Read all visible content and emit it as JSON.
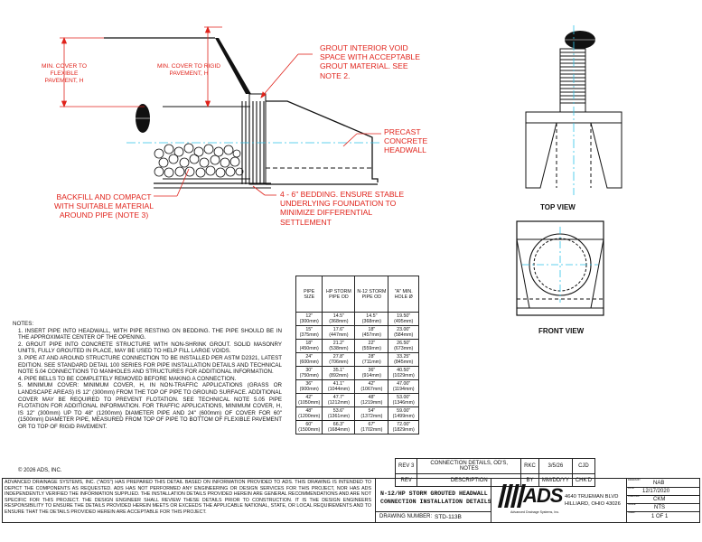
{
  "drawing": {
    "labels": {
      "cover_flexible": "MIN. COVER TO FLEXIBLE PAVEMENT, H",
      "cover_rigid": "MIN. COVER TO RIGID PAVEMENT, H",
      "grout_void": "GROUT INTERIOR VOID SPACE WITH ACCEPTABLE GROUT MATERIAL. SEE NOTE 2.",
      "precast_headwall": "PRECAST CONCRETE HEADWALL",
      "backfill": "BACKFILL AND COMPACT WITH SUITABLE MATERIAL AROUND PIPE (NOTE 3)",
      "bedding": "4 - 6\" BEDDING. ENSURE STABLE UNDERLYING FOUNDATION TO MINIMIZE DIFFERENTIAL SETTLEMENT",
      "top_view": "TOP VIEW",
      "front_view": "FRONT VIEW"
    },
    "colors": {
      "annotation": "#e0231b",
      "centerline": "#2ec4e8",
      "line": "#111111"
    }
  },
  "notes": {
    "title": "NOTES:",
    "items": [
      "1. INSERT PIPE INTO HEADWALL, WITH PIPE RESTING ON BEDDING. THE PIPE SHOULD BE IN THE APPROXIMATE CENTER OF THE OPENING.",
      "2. GROUT PIPE INTO CONCRETE STRUCTURE WITH NON-SHRINK GROUT. SOLID MASONRY UNITS, FULLY GROUTED IN PLACE, MAY BE USED TO HELP FILL LARGE VOIDS.",
      "3. PIPE AT AND AROUND STRUCTURE CONNECTION TO BE INSTALLED PER ASTM D2321, LATEST EDITION. SEE STANDARD DETAIL 100 SERIES FOR PIPE INSTALLATION DETAILS AND TECHNICAL NOTE 5.04 CONNECTIONS TO MANHOLES AND STRUCTURES FOR ADDITIONAL INFORMATION.",
      "4. PIPE BELLS TO BE COMPLETELY REMOVED BEFORE MAKING A CONNECTION.",
      "5. MINIMUM COVER: MINIMUM COVER, H, IN NON-TRAFFIC APPLICATIONS (GRASS OR LANDSCAPE AREAS) IS 12\" (300mm) FROM THE TOP OF PIPE TO GROUND SURFACE. ADDITIONAL COVER MAY BE REQUIRED TO PREVENT FLOTATION. SEE TECHNICAL NOTE 5.05 PIPE FLOTATION FOR ADDITIONAL INFORMATION. FOR TRAFFIC APPLICATIONS, MINIMUM COVER, H, IS 12\" (300mm) UP TO 48\" (1200mm) DIAMETER PIPE AND 24\" (600mm) OF COVER FOR 60\" (1500mm) DIAMETER PIPE, MEASURED FROM TOP OF PIPE TO BOTTOM OF FLEXIBLE PAVEMENT OR TO TOP OF RIGID PAVEMENT."
    ]
  },
  "pipe_table": {
    "headers": [
      "PIPE SIZE",
      "HP STORM PIPE OD",
      "N-12 STORM PIPE OD",
      "\"A\" MIN. HOLE Ø"
    ],
    "rows": [
      {
        "size": "12\"",
        "size_mm": "(300mm)",
        "hp": "14.5\"",
        "hp_mm": "(368mm)",
        "n12": "14.5\"",
        "n12_mm": "(368mm)",
        "hole": "19.50\"",
        "hole_mm": "(495mm)"
      },
      {
        "size": "15\"",
        "size_mm": "(375mm)",
        "hp": "17.6\"",
        "hp_mm": "(447mm)",
        "n12": "18\"",
        "n12_mm": "(457mm)",
        "hole": "23.00\"",
        "hole_mm": "(584mm)"
      },
      {
        "size": "18\"",
        "size_mm": "(450mm)",
        "hp": "21.2\"",
        "hp_mm": "(538mm)",
        "n12": "22\"",
        "n12_mm": "(559mm)",
        "hole": "26.50\"",
        "hole_mm": "(673mm)"
      },
      {
        "size": "24\"",
        "size_mm": "(600mm)",
        "hp": "27.8\"",
        "hp_mm": "(706mm)",
        "n12": "28\"",
        "n12_mm": "(711mm)",
        "hole": "33.25\"",
        "hole_mm": "(845mm)"
      },
      {
        "size": "30\"",
        "size_mm": "(750mm)",
        "hp": "35.1\"",
        "hp_mm": "(892mm)",
        "n12": "36\"",
        "n12_mm": "(914mm)",
        "hole": "40.50\"",
        "hole_mm": "(1029mm)"
      },
      {
        "size": "36\"",
        "size_mm": "(900mm)",
        "hp": "41.1\"",
        "hp_mm": "(1044mm)",
        "n12": "42\"",
        "n12_mm": "(1067mm)",
        "hole": "47.00\"",
        "hole_mm": "(1194mm)"
      },
      {
        "size": "42\"",
        "size_mm": "(1050mm)",
        "hp": "47.7\"",
        "hp_mm": "(1212mm)",
        "n12": "48\"",
        "n12_mm": "(1219mm)",
        "hole": "53.00\"",
        "hole_mm": "(1346mm)"
      },
      {
        "size": "48\"",
        "size_mm": "(1200mm)",
        "hp": "53.6\"",
        "hp_mm": "(1361mm)",
        "n12": "54\"",
        "n12_mm": "(1372mm)",
        "hole": "59.00\"",
        "hole_mm": "(1499mm)"
      },
      {
        "size": "60\"",
        "size_mm": "(1500mm)",
        "hp": "66.3\"",
        "hp_mm": "(1684mm)",
        "n12": "67\"",
        "n12_mm": "(1702mm)",
        "hole": "72.00\"",
        "hole_mm": "(1829mm)"
      }
    ]
  },
  "revision": {
    "row": {
      "rev": "REV 3",
      "desc": "CONNECTION DETAILS, OD'S, NOTES",
      "by": "RKC",
      "date": "3/5/26",
      "chk": "CJD"
    },
    "header": {
      "rev": "REV",
      "desc": "DESCRIPTION",
      "by": "BY",
      "date": "MM/DD/YY",
      "chk": "CHK'D"
    }
  },
  "copyright": "© 2026 ADS, INC.",
  "disclaimer": "ADVANCED DRAINAGE SYSTEMS, INC. (\"ADS\") HAS PREPARED THIS DETAIL BASED ON INFORMATION PROVIDED TO ADS. THIS DRAWING IS INTENDED TO DEPICT THE COMPONENTS AS REQUESTED. ADS HAS NOT PERFORMED ANY ENGINEERING OR DESIGN SERVICES FOR THIS PROJECT, NOR HAS ADS INDEPENDENTLY VERIFIED THE INFORMATION SUPPLIED. THE INSTALLATION DETAILS PROVIDED HEREIN ARE GENERAL RECOMMENDATIONS AND ARE NOT SPECIFIC FOR THIS PROJECT. THE DESIGN ENGINEER SHALL REVIEW THESE DETAILS PRIOR TO CONSTRUCTION. IT IS THE DESIGN ENGINEERS RESPONSIBILITY TO ENSURE THE DETAILS PROVIDED HEREIN MEETS OR EXCEEDS THE APPLICABLE NATIONAL, STATE, OR LOCAL REQUIREMENTS AND TO ENSURE THAT THE DETAILS PROVIDED HEREIN ARE ACCEPTABLE FOR THIS PROJECT.",
  "title_block": {
    "title_line1": "N-12/HP STORM GROUTED HEADWALL",
    "title_line2": "CONNECTION INSTALLATION DETAILS",
    "drawing_number_label": "DRAWING NUMBER:",
    "drawing_number": "STD-113B",
    "logo_text": "ADS",
    "logo_subtext": "Advanced Drainage Systems, Inc.",
    "address1": "4640 TRUEMAN BLVD",
    "address2": "HILLIARD, OHIO 43026",
    "fields": [
      {
        "label": "DRAWN BY",
        "value": "NAB"
      },
      {
        "label": "DATE",
        "value": "12/17/2020"
      },
      {
        "label": "CHECKED",
        "value": "CKM"
      },
      {
        "label": "SCALE",
        "value": "NTS"
      },
      {
        "label": "SHEET",
        "value": "1 OF 1"
      }
    ]
  }
}
